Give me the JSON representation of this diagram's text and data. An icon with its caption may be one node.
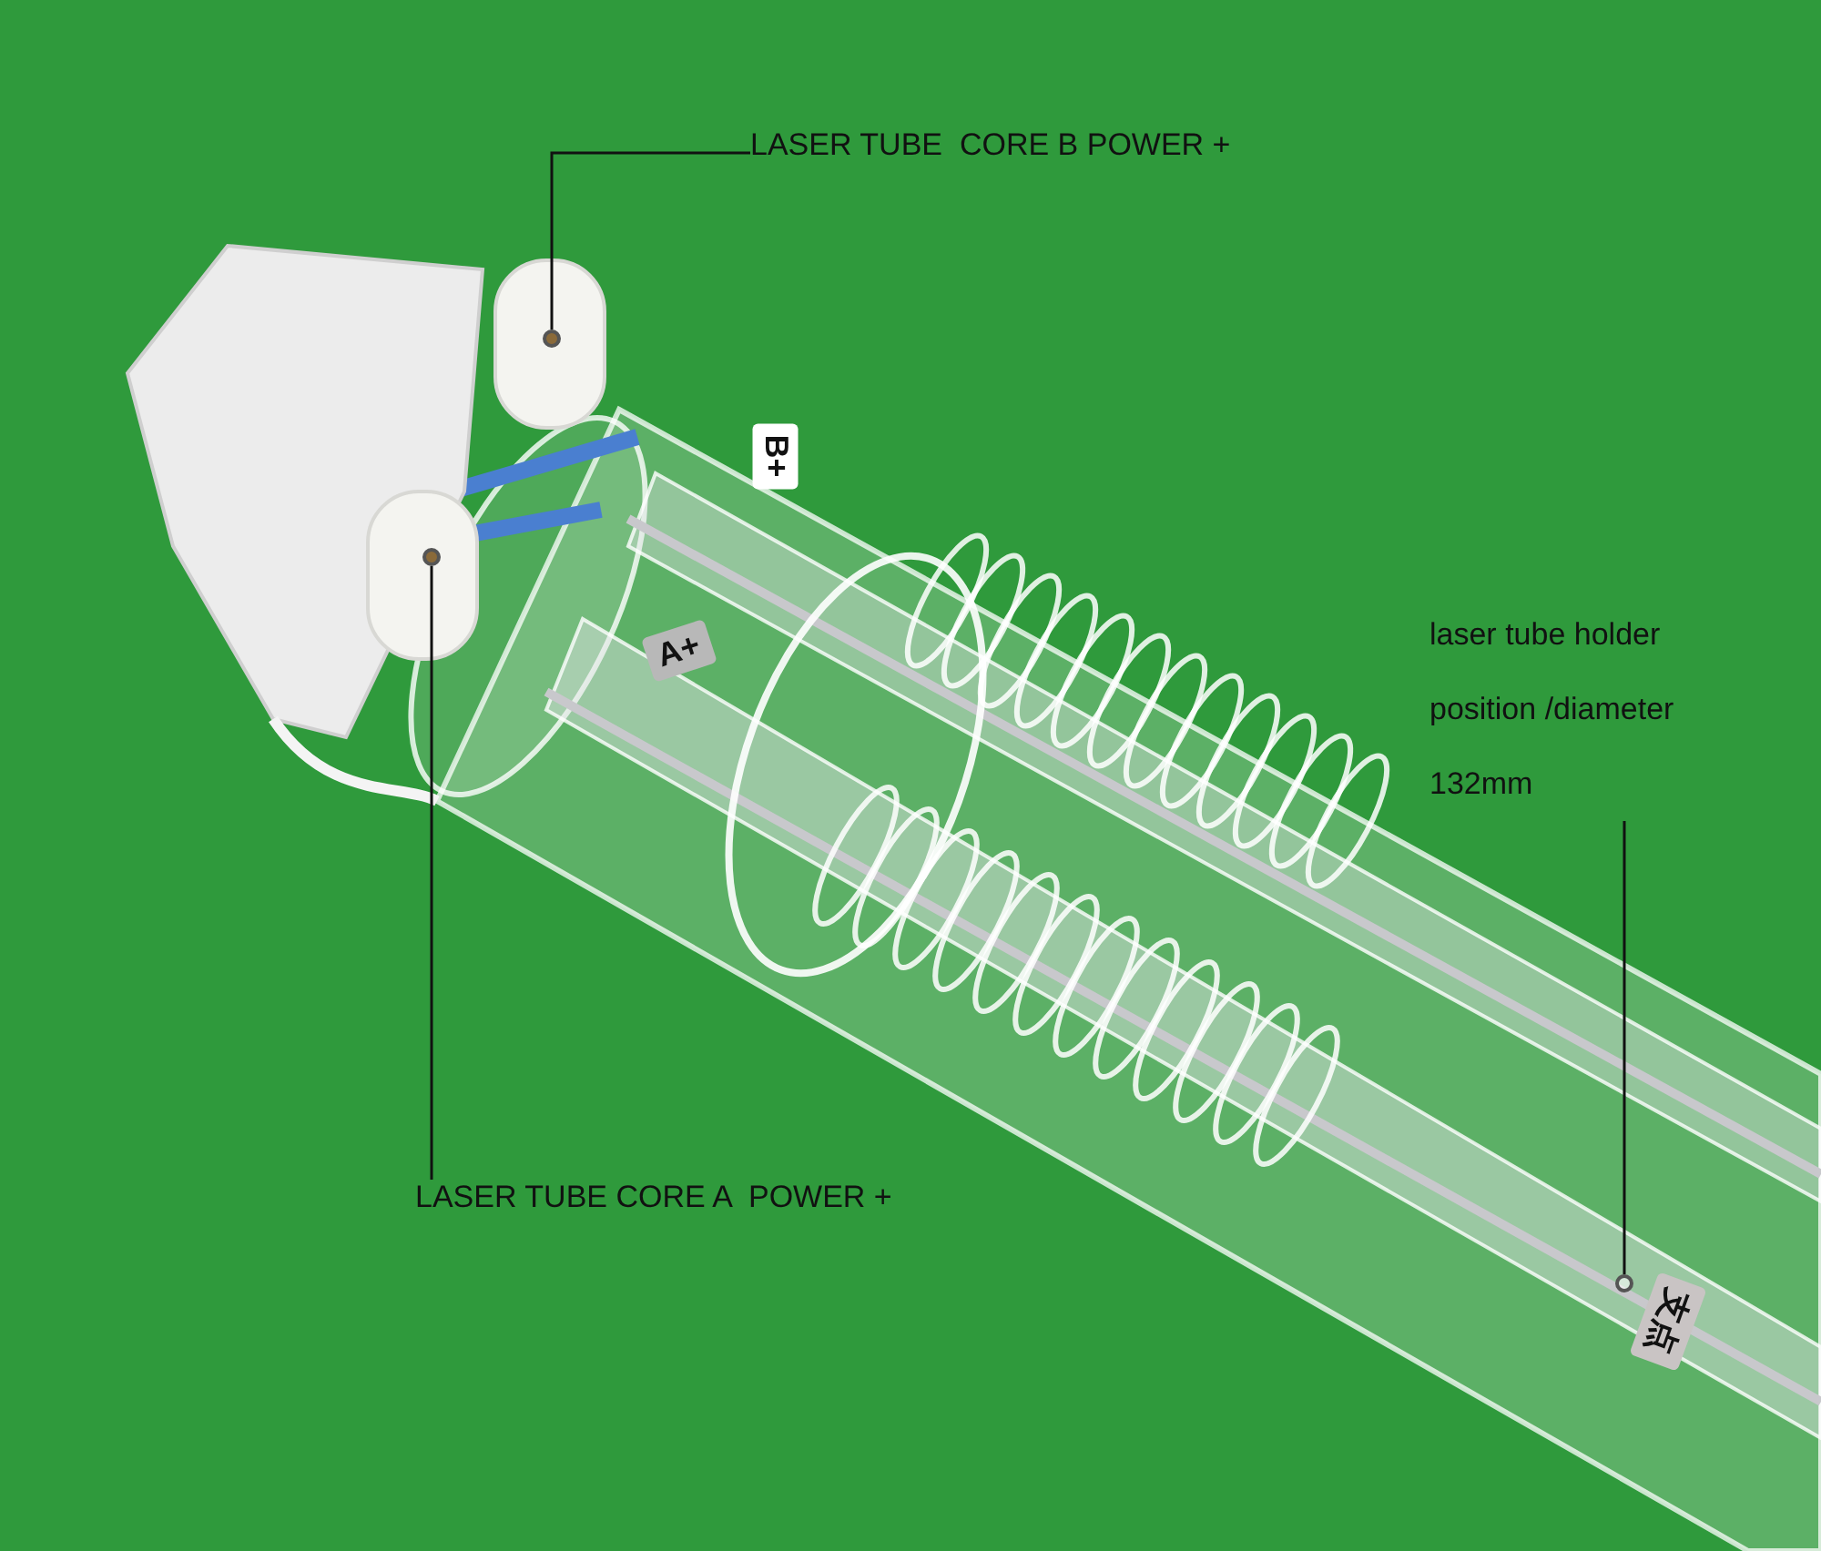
{
  "diagram": {
    "nodes": [
      {
        "text": [
          "LASER TUBE  CORE B POWER +"
        ]
      },
      {
        "text": [],
        "shape": "circle"
      },
      {
        "text": [
          "LASER TUBE CORE A  POWER +"
        ]
      },
      {
        "text": [],
        "shape": "circle"
      },
      {
        "text": [
          "laser tube holder position /diameter 132mm"
        ]
      },
      {
        "text": [],
        "shape": "circle"
      }
    ],
    "edges": [
      {
        "from": 0,
        "to": 1,
        "arrow": "none"
      },
      {
        "from": 2,
        "to": 3,
        "arrow": "none"
      },
      {
        "from": 4,
        "to": 5,
        "arrow": "none"
      }
    ],
    "labels": [
      "B+",
      "A+",
      "支点"
    ]
  }
}
